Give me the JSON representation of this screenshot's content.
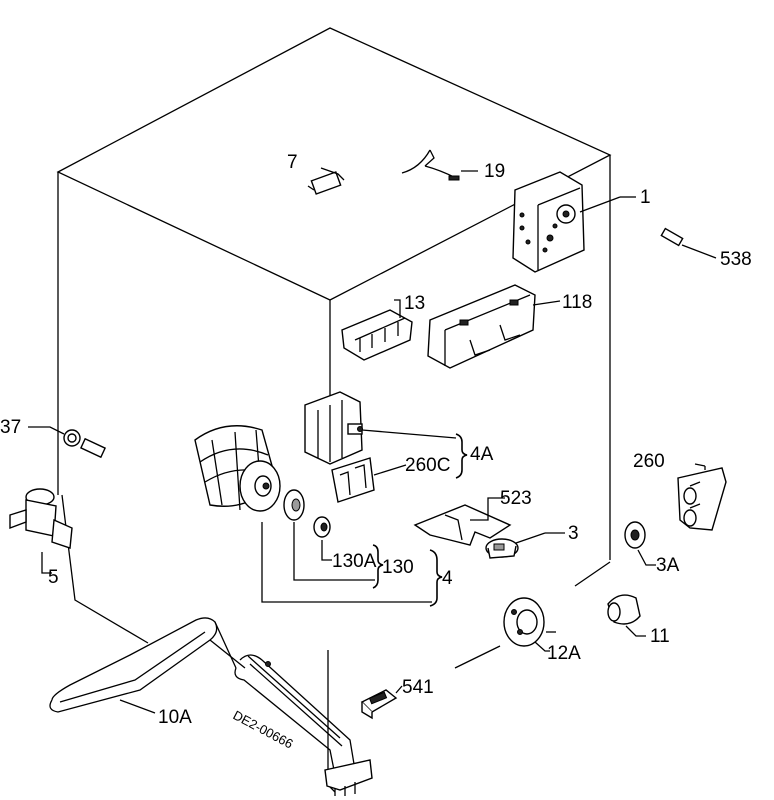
{
  "labels": {
    "p1": "1",
    "p3": "3",
    "p3a": "3A",
    "p4": "4",
    "p4a": "4A",
    "p5": "5",
    "p7": "7",
    "p10a": "10A",
    "p11": "11",
    "p12a": "12A",
    "p13": "13",
    "p19": "19",
    "p37": "37",
    "p118": "118",
    "p130": "130",
    "p130a": "130A",
    "p260": "260",
    "p260c": "260C",
    "p523": "523",
    "p538": "538",
    "p541": "541",
    "stamp": "DE2-00666"
  }
}
